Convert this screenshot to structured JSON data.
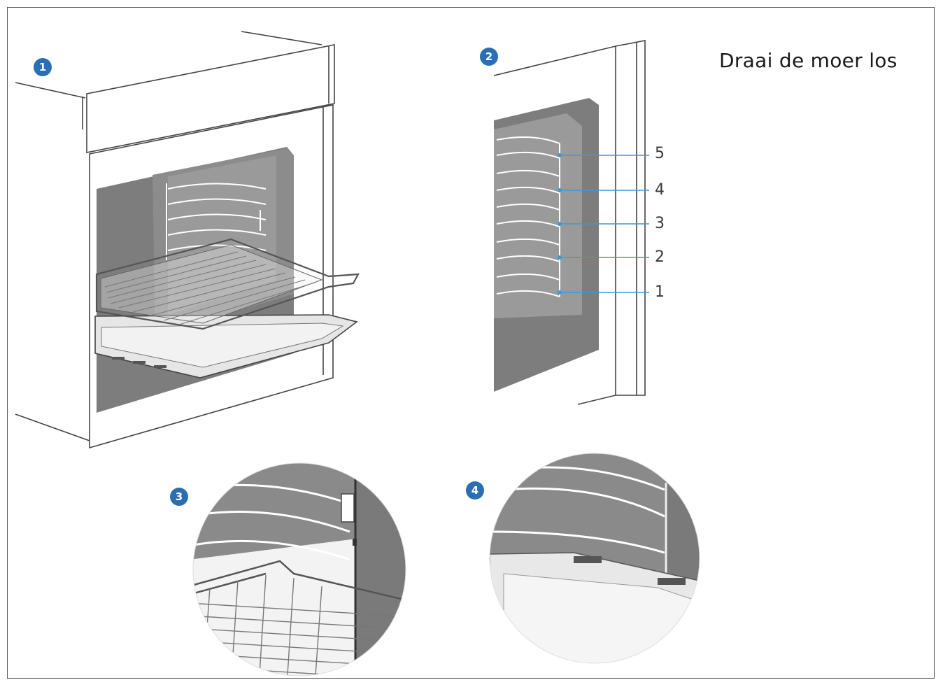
{
  "title": "Draai de moer los",
  "steps": [
    "1",
    "2",
    "3",
    "4"
  ],
  "levels": [
    "5",
    "4",
    "3",
    "2",
    "1"
  ],
  "colors": {
    "accent": "#2a6fb4",
    "cavity": "#7d7d7d",
    "line": "#444444",
    "leader": "#3a9ad9"
  },
  "icons": [
    "step-badge-icon"
  ]
}
